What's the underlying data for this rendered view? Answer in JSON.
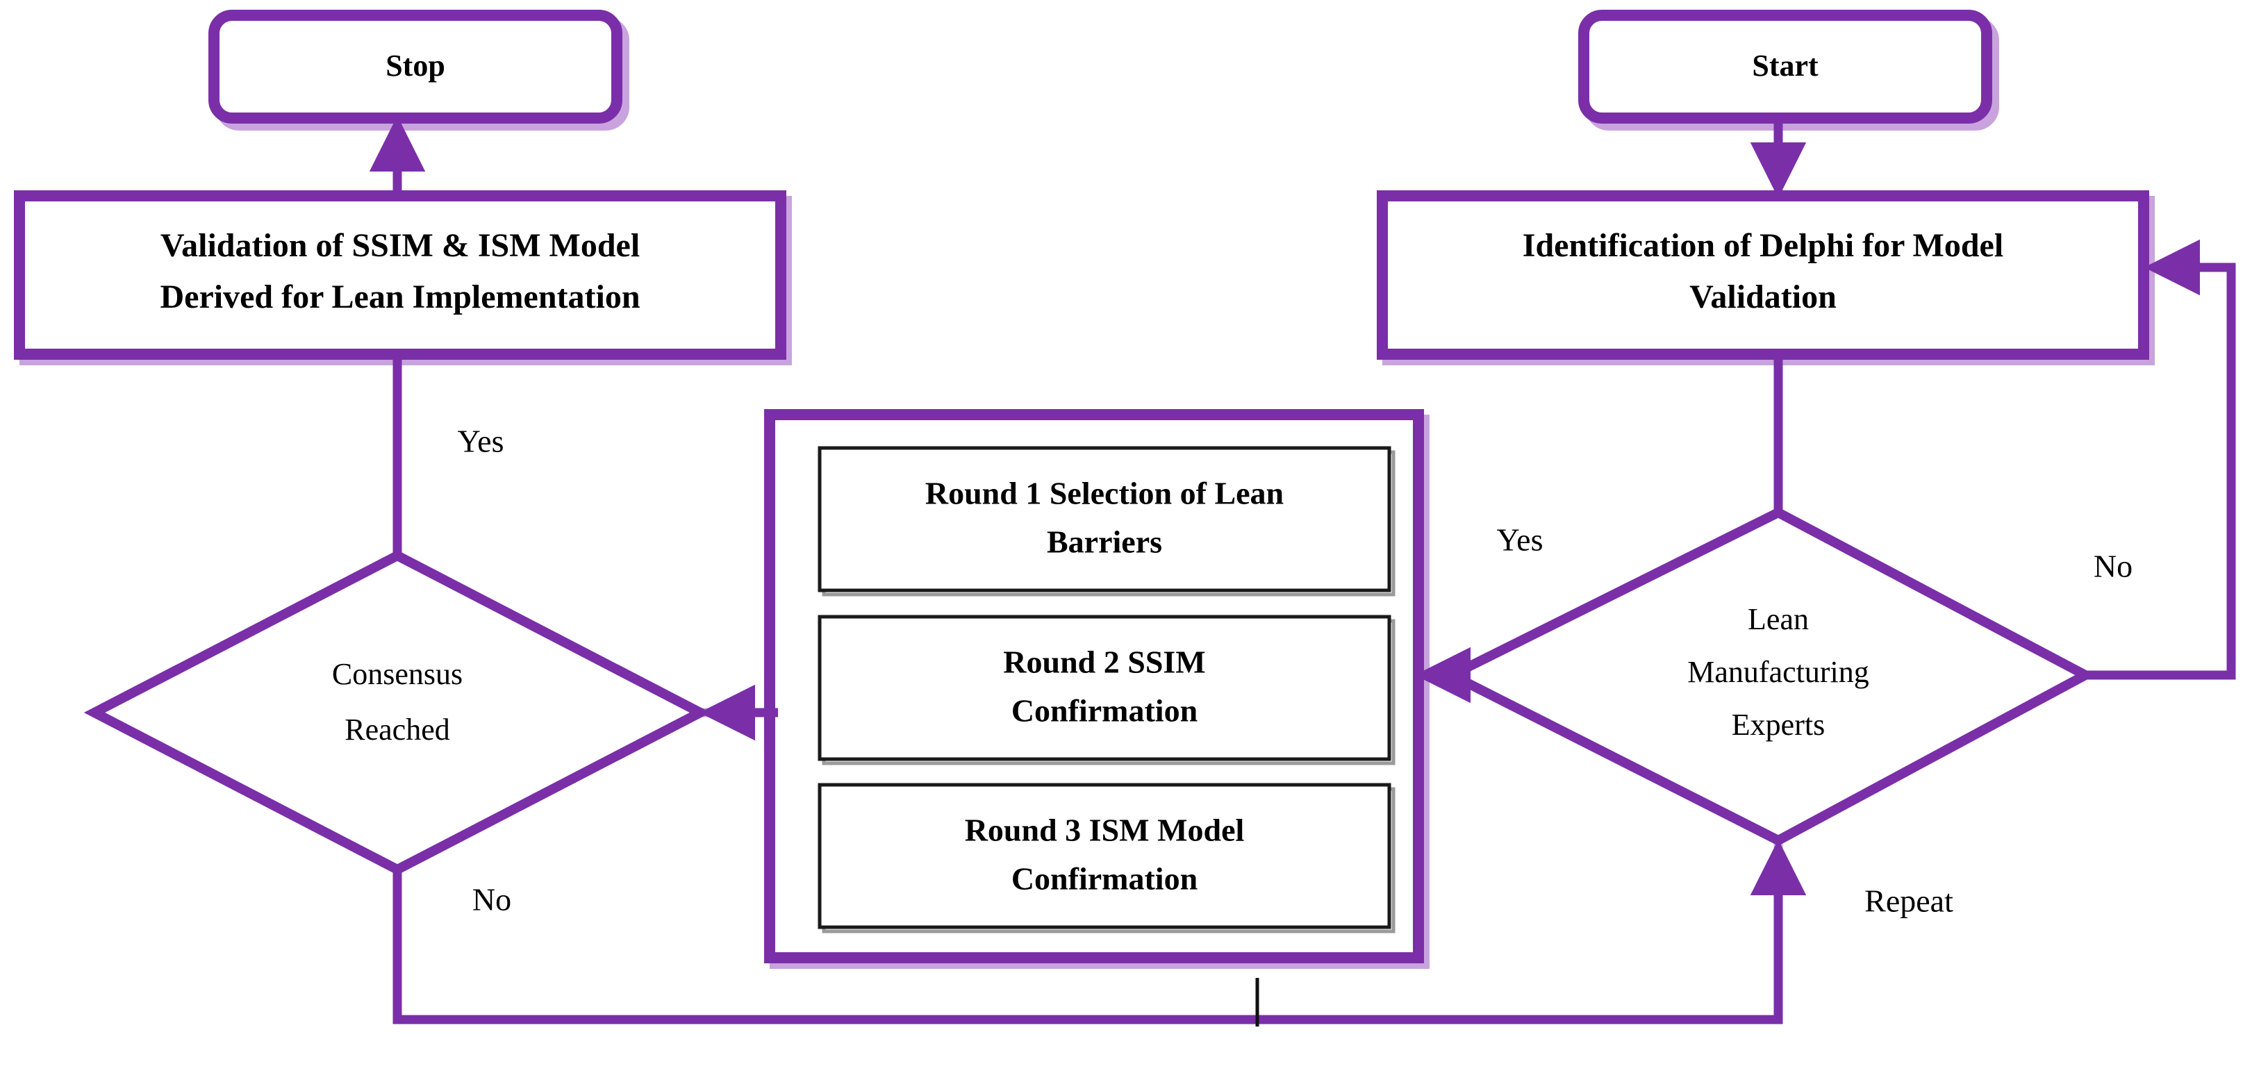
{
  "diagram": {
    "title": "Delphi Validation Flowchart for Lean Implementation ISM Model",
    "accent_color": "#7A2FA8",
    "accent_shadow_color": "#C9A3DE",
    "inner_box_border_color": "#1A1A1A",
    "text_color": "#000000",
    "background_color": "#FFFFFF"
  },
  "nodes": {
    "stop": {
      "label": "Stop",
      "shape": "rounded-rectangle"
    },
    "start": {
      "label": "Start",
      "shape": "rounded-rectangle"
    },
    "validation": {
      "line1": "Validation of SSIM & ISM Model",
      "line2": "Derived for Lean Implementation",
      "shape": "rectangle"
    },
    "identification": {
      "line1": "Identification of Delphi for Model",
      "line2": "Validation",
      "shape": "rectangle"
    },
    "consensus": {
      "line1": "Consensus",
      "line2": "Reached",
      "shape": "diamond"
    },
    "experts": {
      "line1": "Lean",
      "line2": "Manufacturing",
      "line3": "Experts",
      "shape": "diamond"
    },
    "delphi_panel": {
      "rounds": [
        {
          "line1": "Round 1 Selection of Lean",
          "line2": "Barriers"
        },
        {
          "line1": "Round 2 SSIM",
          "line2": "Confirmation"
        },
        {
          "line1": "Round 3 ISM Model",
          "line2": "Confirmation"
        }
      ]
    }
  },
  "edge_labels": {
    "consensus_yes": "Yes",
    "consensus_no": "No",
    "experts_yes": "Yes",
    "experts_no": "No",
    "repeat": "Repeat"
  }
}
